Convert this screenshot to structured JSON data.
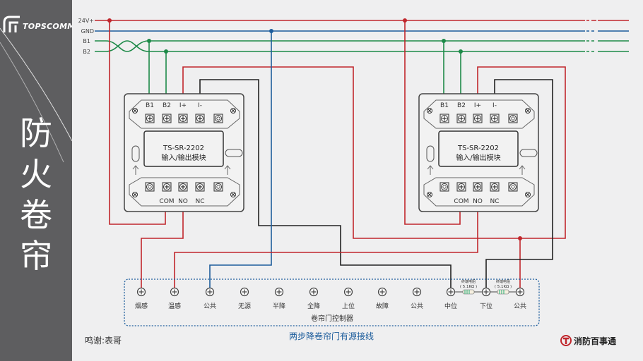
{
  "sidebar": {
    "logo_text": "TOPSCOMM",
    "title": "防火卷帘"
  },
  "bus": {
    "v24": "24V+",
    "gnd": "GND",
    "b1": "B1",
    "b2": "B2"
  },
  "module": {
    "model": "TS-SR-2202",
    "name": "输入/输出模块",
    "top_terminals": [
      "B1",
      "B2",
      "I+",
      "I-"
    ],
    "bottom_terminals": [
      "COM",
      "NO",
      "NC"
    ]
  },
  "controller": {
    "title": "卷帘门控制器",
    "terminals": [
      "烟感",
      "温感",
      "公共",
      "无源",
      "半降",
      "全降",
      "上位",
      "故障",
      "公共",
      "中位",
      "下位",
      "公共"
    ],
    "resistor_label": "终端电阻",
    "resistor_value": "( 5.1KΩ )"
  },
  "caption": "两步降卷帘门有源接线",
  "credit": "鸣谢:表哥",
  "brand": "消防百事通",
  "colors": {
    "red": "#c0262c",
    "green": "#1d8a48",
    "blue": "#1d5d9c",
    "black": "#222222",
    "sidebar": "#5e5e60"
  }
}
